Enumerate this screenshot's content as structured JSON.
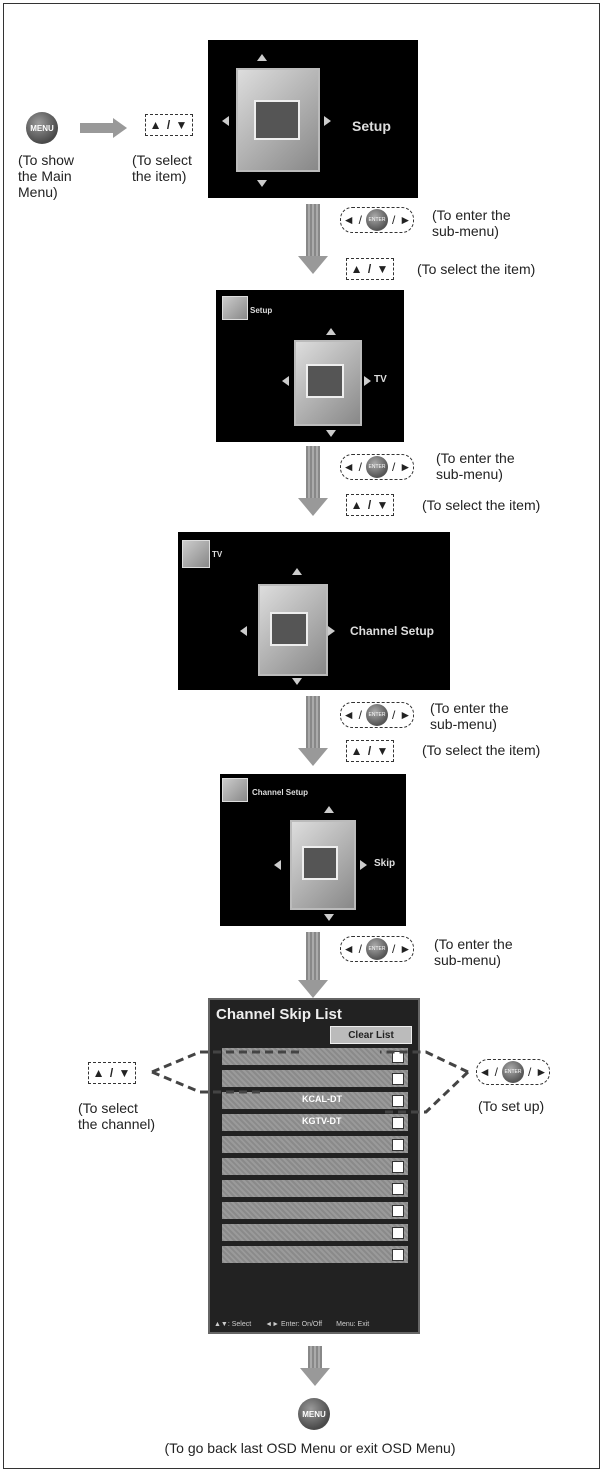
{
  "buttons": {
    "menu_label": "MENU",
    "enter_label": "ENTER",
    "up_down": "▲ / ▼",
    "left": "◄",
    "right": "►",
    "slash": "/"
  },
  "captions": {
    "show_main_line1": "(To show",
    "show_main_line2": "the Main",
    "show_main_line3": "Menu)",
    "select_item_line1": "(To select",
    "select_item_line2": "the item)",
    "enter_sub_line1": "(To enter the",
    "enter_sub_line2": "sub-menu)",
    "select_item_inline": "(To select the item)",
    "select_channel_line1": "(To select",
    "select_channel_line2": "the channel)",
    "set_up": "(To set up)",
    "exit": "(To go back last OSD Menu or exit OSD Menu)"
  },
  "screens": {
    "s1_label": "Setup",
    "s2_mini": "Setup",
    "s2_label": "TV",
    "s3_mini": "TV",
    "s3_label": "Channel Setup",
    "s4_mini": "Channel Setup",
    "s4_label": "Skip"
  },
  "skip_list": {
    "title": "Channel Skip List",
    "clear_button": "Clear List",
    "rows": [
      {
        "num": "",
        "name": ""
      },
      {
        "num": "",
        "name": ""
      },
      {
        "num": "",
        "name": "KCAL-DT"
      },
      {
        "num": "",
        "name": "KGTV-DT"
      },
      {
        "num": "",
        "name": ""
      },
      {
        "num": "",
        "name": ""
      },
      {
        "num": "",
        "name": ""
      },
      {
        "num": "",
        "name": ""
      },
      {
        "num": "",
        "name": ""
      },
      {
        "num": "",
        "name": ""
      }
    ],
    "footer_select": "▲▼: Select",
    "footer_enter": "◄► Enter: On/Off",
    "footer_exit": "Menu: Exit"
  }
}
